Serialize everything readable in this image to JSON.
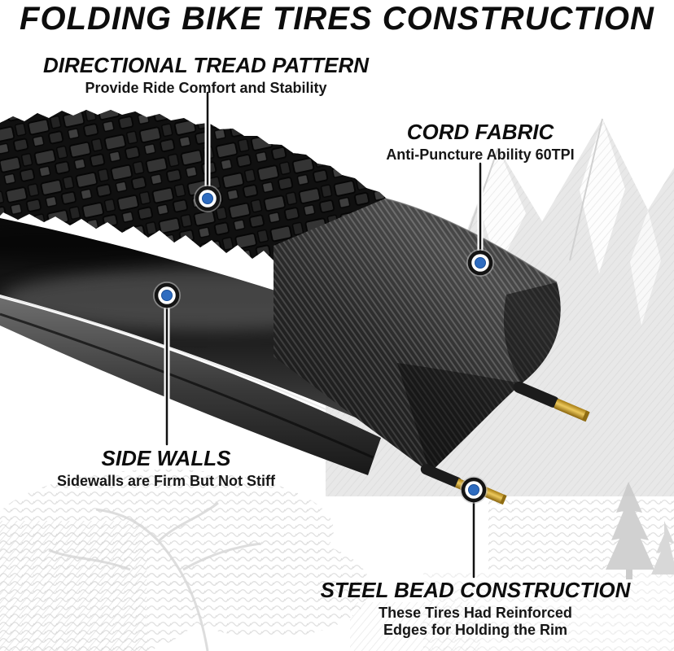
{
  "title": "FOLDING BIKE TIRES CONSTRUCTION",
  "callouts": {
    "tread": {
      "heading": "DIRECTIONAL TREAD PATTERN",
      "subtitle": "Provide Ride Comfort and Stability"
    },
    "cord": {
      "heading": "CORD FABRIC",
      "subtitle": "Anti-Puncture Ability 60TPI"
    },
    "sidewall": {
      "heading": "SIDE WALLS",
      "subtitle": "Sidewalls are Firm But Not Stiff"
    },
    "bead": {
      "heading": "STEEL BEAD CONSTRUCTION",
      "subtitle_line1": "These Tires Had Reinforced",
      "subtitle_line2": "Edges for Holding the Rim"
    }
  },
  "icons": {
    "marker": "target-dot-icon"
  },
  "colors": {
    "marker_blue": "#2e6cc0",
    "marker_ring": "#141414",
    "text_black": "#0d0d0d",
    "tire_black": "#141414",
    "cord_gray": "#2e2e2e",
    "bead_gold": "#caa02a",
    "bead_gold_light": "#ecc95d",
    "watermark_gray": "#e4e4e4"
  }
}
